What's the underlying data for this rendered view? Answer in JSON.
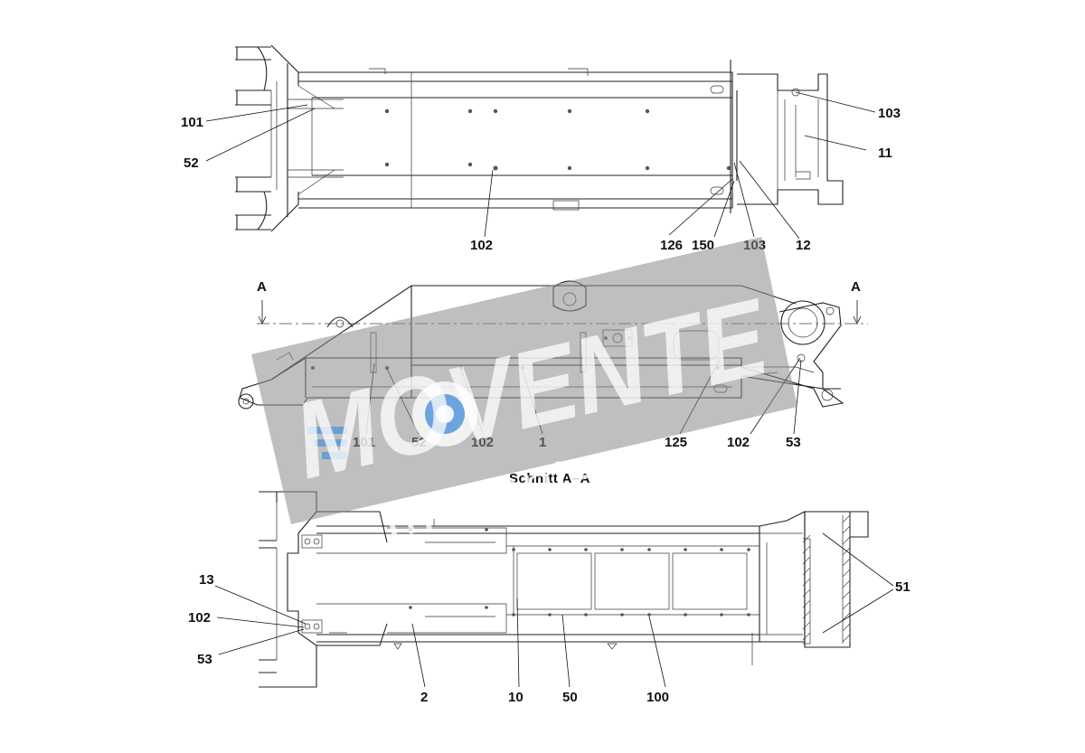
{
  "top_view": {
    "callouts": [
      "101",
      "52",
      "102",
      "126",
      "150",
      "103",
      "12",
      "103",
      "11"
    ]
  },
  "side_view": {
    "section_markers": [
      "A",
      "A"
    ],
    "callouts": [
      "101",
      "52",
      "102",
      "1",
      "125",
      "102",
      "53"
    ]
  },
  "section_view": {
    "title": "Schnitt A–A",
    "callouts": [
      "13",
      "102",
      "53",
      "2",
      "10",
      "50",
      "100",
      "51"
    ]
  },
  "watermark": {
    "brand": "MOVENTE",
    "site": "movente.ru",
    "color_band": "#8a8a8a",
    "color_accent": "#4a90d9"
  }
}
